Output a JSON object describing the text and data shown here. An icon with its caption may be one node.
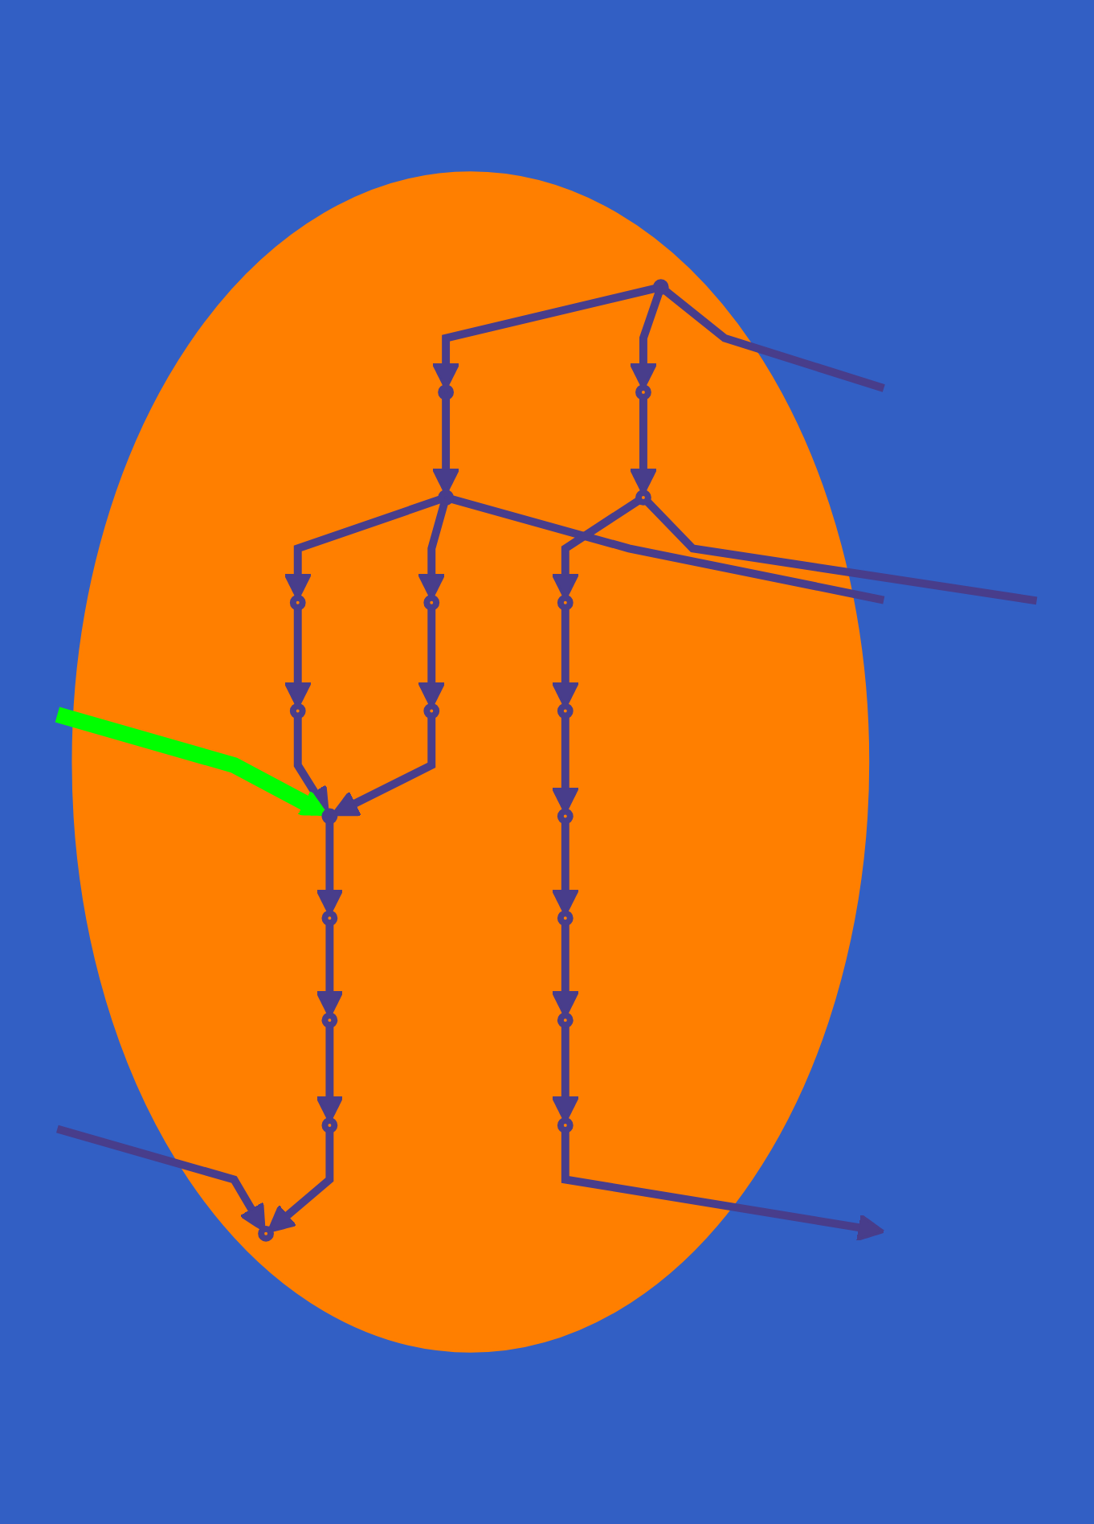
{
  "diagram": {
    "nodes": [
      {
        "text": [],
        "shape": "ellipse"
      },
      {
        "text": [],
        "shape": "circle",
        "in": 0
      },
      {
        "text": [],
        "shape": "circle",
        "in": 0
      },
      {
        "text": [],
        "shape": "circle",
        "in": 0
      },
      {
        "text": [],
        "shape": "circle",
        "in": 0
      },
      {
        "text": [],
        "shape": "circle",
        "in": 0
      },
      {
        "text": [],
        "shape": "circle",
        "in": 0
      },
      {
        "text": [],
        "shape": "circle",
        "in": 0
      },
      {
        "text": [],
        "shape": "circle",
        "in": 0
      },
      {
        "text": [],
        "shape": "circle",
        "in": 0
      },
      {
        "text": [],
        "shape": "circle",
        "in": 0
      },
      {
        "text": [],
        "shape": "circle",
        "in": 0
      },
      {
        "text": [],
        "shape": "circle",
        "in": 0
      },
      {
        "text": [],
        "shape": "circle",
        "in": 0
      },
      {
        "text": [],
        "shape": "circle",
        "in": 0
      },
      {
        "text": [],
        "shape": "circle",
        "in": 0
      },
      {
        "text": [],
        "shape": "circle",
        "in": 0
      },
      {
        "text": [],
        "shape": "circle",
        "in": 0
      },
      {
        "text": [],
        "shape": "circle",
        "in": 0
      },
      {
        "text": [],
        "shape": "circle",
        "in": 0
      },
      {
        "text": [],
        "shape": "circle",
        "in": 0
      }
    ],
    "edges": [
      {
        "from": 1,
        "to": 3,
        "arrow": "to"
      },
      {
        "from": 1,
        "to": 2,
        "arrow": "to"
      },
      {
        "from": 1,
        "to": null,
        "arrow": "none"
      },
      {
        "from": 3,
        "to": 5,
        "arrow": "to"
      },
      {
        "from": 5,
        "to": 7,
        "arrow": "to"
      },
      {
        "from": 5,
        "to": 8,
        "arrow": "to"
      },
      {
        "from": 5,
        "to": null,
        "arrow": "none"
      },
      {
        "from": 2,
        "to": 4,
        "arrow": "to"
      },
      {
        "from": 4,
        "to": null,
        "arrow": "none"
      },
      {
        "from": 4,
        "to": 6,
        "arrow": "to"
      },
      {
        "from": 6,
        "to": 9,
        "arrow": "to"
      },
      {
        "from": 9,
        "to": 12,
        "arrow": "to"
      },
      {
        "from": 12,
        "to": 14,
        "arrow": "to"
      },
      {
        "from": 14,
        "to": 16,
        "arrow": "to"
      },
      {
        "from": 16,
        "to": 18,
        "arrow": "to"
      },
      {
        "from": 18,
        "to": null,
        "arrow": "to"
      },
      {
        "from": 7,
        "to": 10,
        "arrow": "to"
      },
      {
        "from": 10,
        "to": 13,
        "arrow": "to"
      },
      {
        "from": 8,
        "to": 11,
        "arrow": "to"
      },
      {
        "from": 11,
        "to": 13,
        "arrow": "to"
      },
      {
        "from": 13,
        "to": 15,
        "arrow": "to"
      },
      {
        "from": 15,
        "to": 17,
        "arrow": "to"
      },
      {
        "from": 17,
        "to": 19,
        "arrow": "to"
      },
      {
        "from": 19,
        "to": 20,
        "arrow": "to"
      },
      {
        "from": null,
        "to": 20,
        "arrow": "to"
      },
      {
        "from": null,
        "to": 13,
        "arrow": "to",
        "style": "thick",
        "color": "#00ff00"
      }
    ]
  }
}
